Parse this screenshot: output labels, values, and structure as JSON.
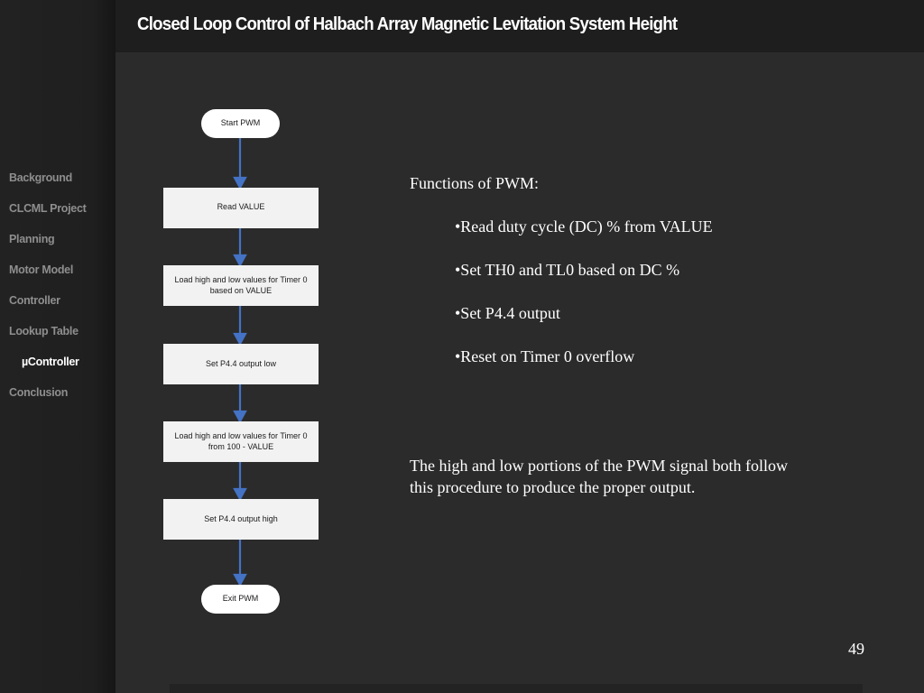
{
  "title": "Closed Loop Control of Halbach Array Magnetic Levitation System Height",
  "sidebar": {
    "items": [
      {
        "label": "Background"
      },
      {
        "label": "CLCML Project"
      },
      {
        "label": "Planning"
      },
      {
        "label": "Motor Model"
      },
      {
        "label": "Controller"
      },
      {
        "label": "Lookup Table"
      },
      {
        "label": "µController"
      },
      {
        "label": "Conclusion"
      }
    ],
    "active": "µController"
  },
  "flowchart": {
    "start": "Start PWM",
    "step1": "Read VALUE",
    "step2": "Load high and low values for Timer 0 based on VALUE",
    "step3": "Set P4.4 output low",
    "step4": "Load high and low values for Timer 0 from 100 - VALUE",
    "step5": "Set P4.4 output high",
    "end": "Exit PWM"
  },
  "functions": {
    "heading": "Functions of PWM:",
    "bullets": [
      "•Read duty cycle (DC) % from VALUE",
      "•Set TH0 and TL0 based on DC %",
      "•Set P4.4 output",
      "•Reset on Timer 0 overflow"
    ]
  },
  "note": "The high and low portions of the PWM signal both follow this procedure to produce the proper output.",
  "page_number": "49",
  "colors": {
    "background": "#2b2b2b",
    "sidebar": "#1f1f1f",
    "arrow": "#4472c4",
    "box": "#f2f2f2",
    "nav_text": "#8e8e8e"
  }
}
